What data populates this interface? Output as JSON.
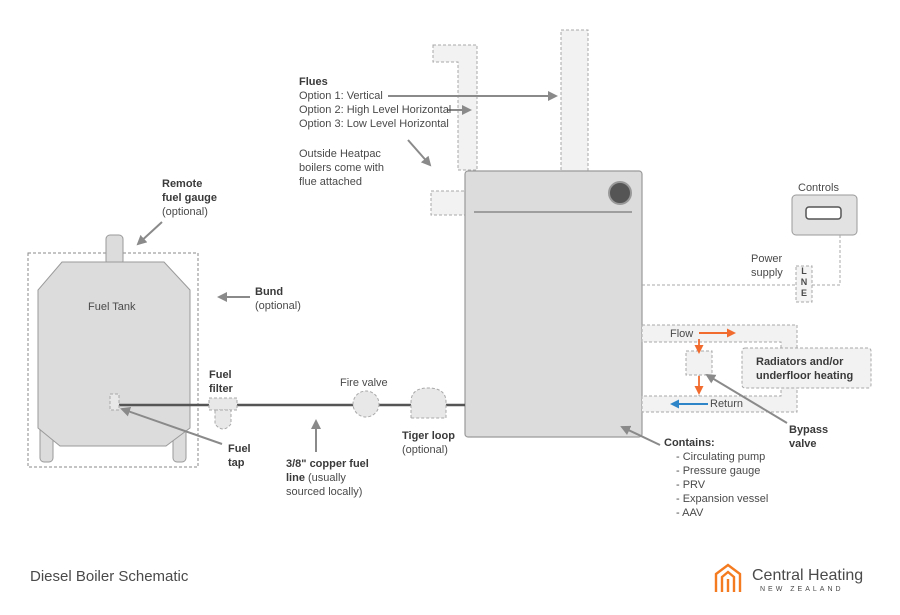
{
  "title": "Diesel Boiler Schematic",
  "brand": {
    "name": "Central Heating",
    "sub": "NEW ZEALAND",
    "accent": "#f47b20"
  },
  "colors": {
    "flow": "#f26b2e",
    "return": "#2e86c8",
    "unit_fill": "#dcdcdc",
    "unit_stroke": "#9a9a9a"
  },
  "labels": {
    "flues": {
      "heading": "Flues",
      "option1": "Option 1: Vertical",
      "option2": "Option 2: High Level Horizontal",
      "option3": "Option 3: Low Level Horizontal",
      "note1": "Outside Heatpac",
      "note2": "boilers come with",
      "note3": "flue attached"
    },
    "controls": "Controls",
    "power": {
      "line1": "Power",
      "line2": "supply",
      "l": "L",
      "n": "N",
      "e": "E"
    },
    "gauge": {
      "line1": "Remote",
      "line2": "fuel gauge",
      "line3": "(optional)"
    },
    "bund": {
      "heading": "Bund",
      "note": "(optional)"
    },
    "fuel_tank": "Fuel Tank",
    "fuel_filter": {
      "line1": "Fuel",
      "line2": "filter"
    },
    "fuel_tap": {
      "line1": "Fuel",
      "line2": "tap"
    },
    "fire_valve": "Fire valve",
    "copper_line": {
      "line1": "3/8\" copper fuel",
      "line2_bold": "line",
      "line2_rest": " (usually",
      "line3": "sourced locally)"
    },
    "tiger_loop": {
      "heading": "Tiger loop",
      "note": "(optional)"
    },
    "flow": "Flow",
    "return": "Return",
    "radiators": {
      "line1": "Radiators and/or",
      "line2": "underfloor heating"
    },
    "bypass": {
      "line1": "Bypass",
      "line2": "valve"
    },
    "contains": {
      "heading": "Contains:",
      "items": [
        "- Circulating pump",
        "- Pressure gauge",
        "- PRV",
        "- Expansion vessel",
        "- AAV"
      ]
    }
  }
}
